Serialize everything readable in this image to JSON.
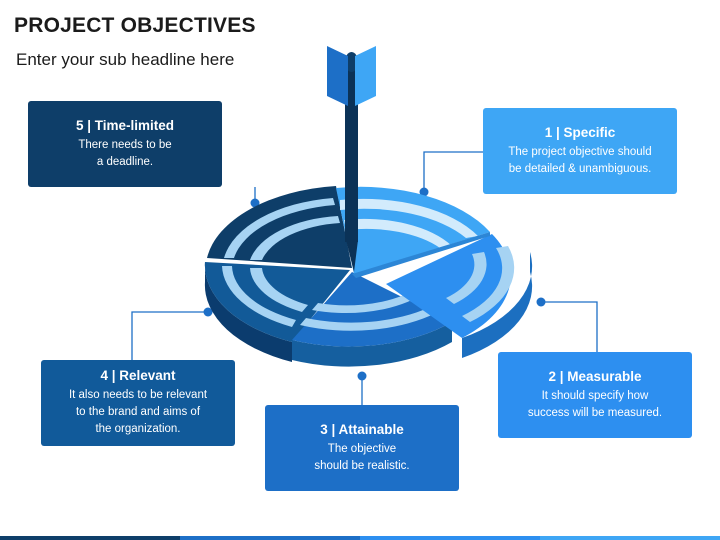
{
  "title": "PROJECT OBJECTIVES",
  "subtitle": "Enter your sub headline here",
  "objectives": [
    {
      "heading": "1 | Specific",
      "line1": "The project objective should",
      "line2": "be detailed & unambiguous.",
      "line3": "",
      "color": "#3ea6f5"
    },
    {
      "heading": "2 | Measurable",
      "line1": "It should specify how",
      "line2": "success will be measured.",
      "line3": "",
      "color": "#2d8ff0"
    },
    {
      "heading": "3 | Attainable",
      "line1": "The objective",
      "line2": "should be realistic.",
      "line3": "",
      "color": "#1d6fc7"
    },
    {
      "heading": "4 | Relevant",
      "line1": "It also needs to be relevant",
      "line2": "to the brand and aims of",
      "line3": "the organization.",
      "color": "#115a9a"
    },
    {
      "heading": "5 | Time-limited",
      "line1": "There needs to be",
      "line2": "a deadline.",
      "line3": "",
      "color": "#0e3e69"
    }
  ]
}
